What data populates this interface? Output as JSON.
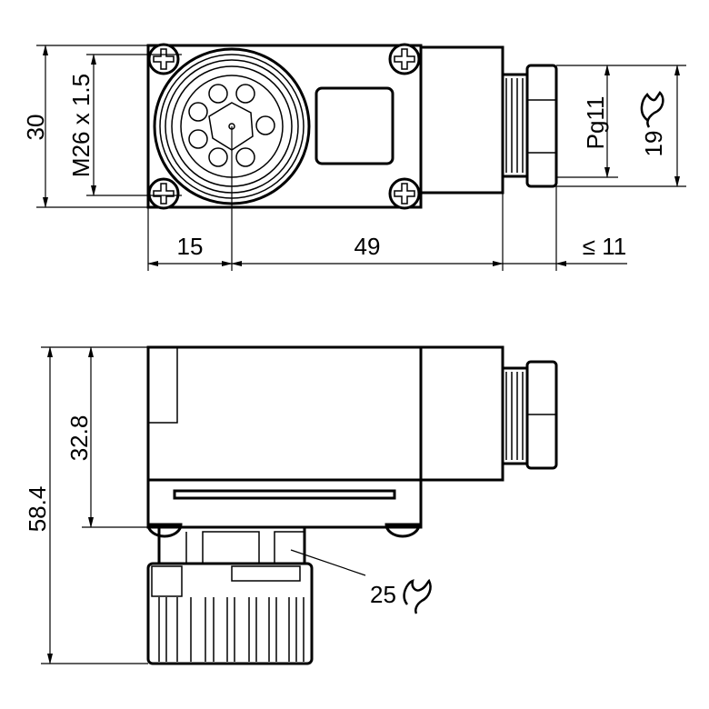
{
  "top_view": {
    "dim_height": "30",
    "dim_thread": "M26 x 1.5",
    "dim_left": "15",
    "dim_length": "49",
    "dim_cable": "≤ 11",
    "dim_gland": "Pg11",
    "dim_wrench": "19"
  },
  "side_view": {
    "dim_total_height": "58.4",
    "dim_body_height": "32.8",
    "dim_wrench": "25"
  },
  "colors": {
    "line": "#000000",
    "background": "#ffffff"
  }
}
